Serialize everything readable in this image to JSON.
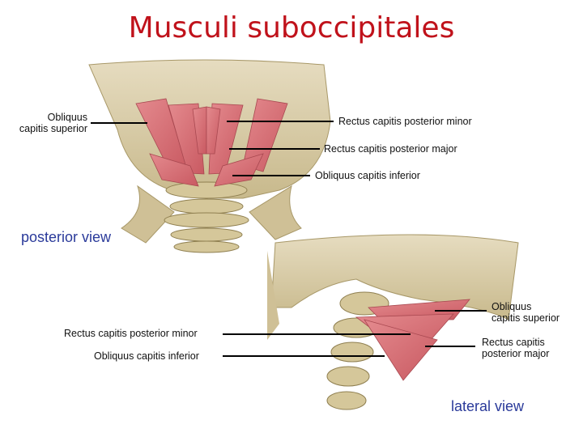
{
  "title": "Musculi suboccipitales",
  "posterior": {
    "view_label": "posterior view",
    "labels": {
      "obliquus_sup_line1": "Obliquus",
      "obliquus_sup_line2": "capitis superior",
      "rect_minor": "Rectus capitis posterior minor",
      "rect_major": "Rectus capitis posterior major",
      "obliquus_inf": "Obliquus capitis inferior"
    }
  },
  "lateral": {
    "view_label": "lateral view",
    "labels": {
      "obliquus_sup_line1": "Obliquus",
      "obliquus_sup_line2": "capitis superior",
      "rect_minor": "Rectus capitis posterior minor",
      "obliquus_inf": "Obliquus capitis inferior",
      "rect_major_line1": "Rectus capitis",
      "rect_major_line2": "posterior major"
    }
  },
  "colors": {
    "title": "#c0121b",
    "view_label": "#2a3a9a",
    "bone": "#d9cba2",
    "muscle": "#d9757a"
  }
}
